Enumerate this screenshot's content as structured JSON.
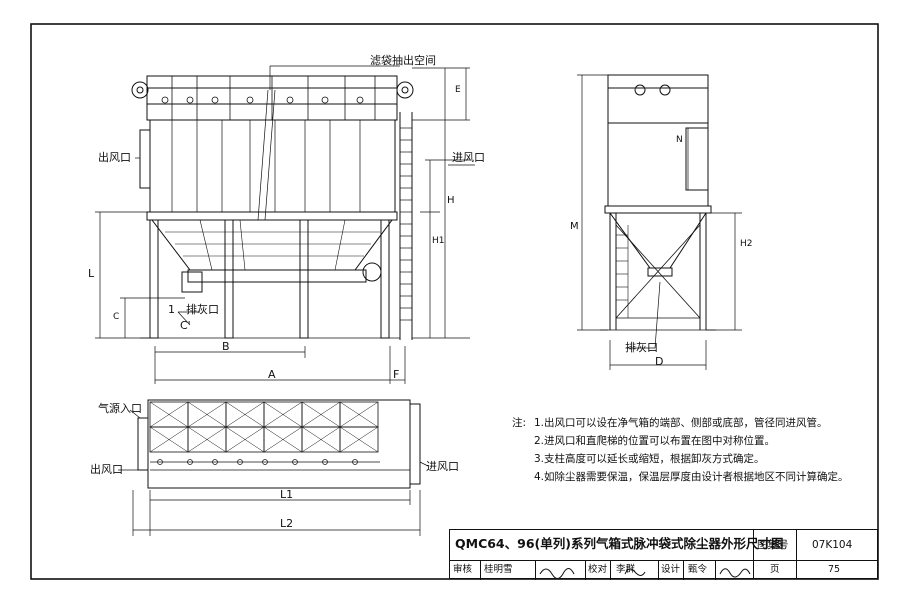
{
  "labels": {
    "bag_clearance": "滤袋抽出空间",
    "outlet_front": "出风口",
    "inlet_front": "进风口",
    "dim_L": "L",
    "dim_C_front": "C",
    "dim_C_mark": "C'",
    "section_1": "1",
    "ash_front": "排灰口",
    "dim_B": "B",
    "dim_A": "A",
    "dim_F": "F",
    "dim_E": "E",
    "dim_H": "H",
    "dim_H1": "H1",
    "dim_N": "N",
    "dim_M": "M",
    "dim_H2": "H2",
    "ash_side": "排灰口",
    "dim_D": "D",
    "air_source_inlet": "气源入口",
    "outlet_plan": "出风口",
    "inlet_plan": "进风口",
    "dim_L1": "L1",
    "dim_L2": "L2"
  },
  "notes": {
    "prefix": "注:",
    "items": [
      "1.出风口可以设在净气箱的端部、侧部或底部，管径同进风管。",
      "2.进风口和直爬梯的位置可以布置在图中对称位置。",
      "3.支柱高度可以延长或缩短，根据卸灰方式确定。",
      "4.如除尘器需要保温，保温层厚度由设计者根据地区不同计算确定。"
    ]
  },
  "title_block": {
    "title": "QMC64、96(单列)系列气箱式脉冲袋式除尘器外形尺寸图",
    "atlas_label": "图集号",
    "atlas_no": "07K104",
    "review_label": "审核",
    "reviewer": "桂明雪",
    "check_label": "校对",
    "checker": "李群",
    "design_label": "设计",
    "designer": "甄令",
    "page_label": "页",
    "page_no": "75"
  }
}
